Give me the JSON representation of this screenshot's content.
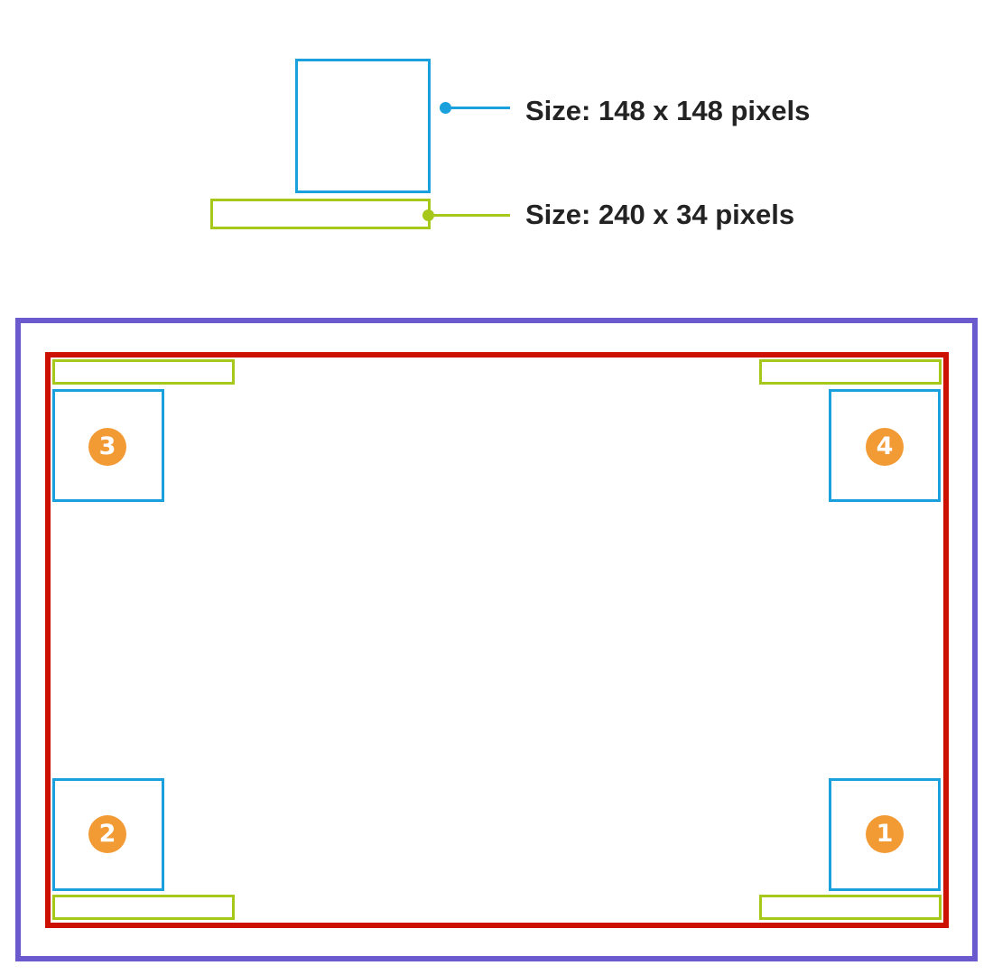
{
  "legend": {
    "square_size_text": "Size: 148 x 148 pixels",
    "bar_size_text": "Size: 240 x 34 pixels"
  },
  "markers": [
    {
      "number": "1",
      "position": "bottom-right"
    },
    {
      "number": "2",
      "position": "bottom-left"
    },
    {
      "number": "3",
      "position": "top-left"
    },
    {
      "number": "4",
      "position": "top-right"
    }
  ],
  "colors": {
    "square": "#1aa0dc",
    "bar": "#a6c81b",
    "outer_frame": "#6a5acd",
    "inner_frame": "#cc1100",
    "badge": "#f29a34",
    "text": "#232323"
  }
}
